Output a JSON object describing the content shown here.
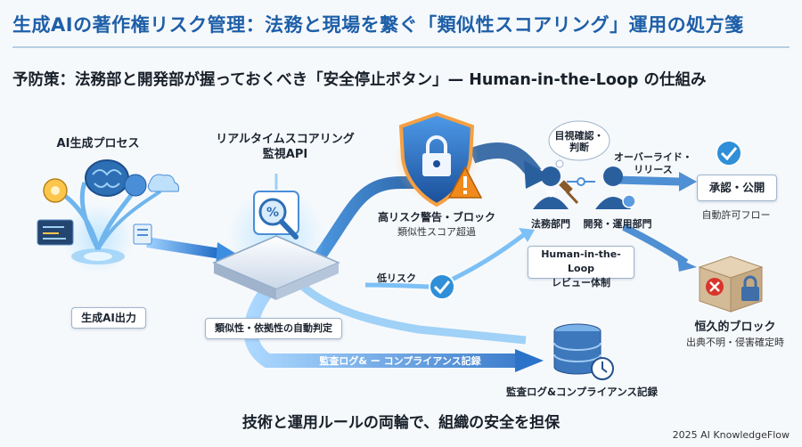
{
  "title": "生成AIの著作権リスク管理：法務と現場を繋ぐ「類似性スコアリング」運用の処方箋",
  "subtitle": "予防策：法務部と開発部が握っておくべき「安全停止ボタン」— Human-in-the-Loop の仕組み",
  "process": {
    "title": "AI生成プロセス",
    "output_label": "生成AI出力"
  },
  "api": {
    "title_line1": "リアルタイムスコアリング",
    "title_line2": "監視API",
    "judge_label": "類似性・依拠性の自動判定"
  },
  "high_risk": {
    "label": "高リスク警告・ブロック",
    "sub": "類似性スコア超過"
  },
  "low_risk": {
    "label": "低リスク"
  },
  "review": {
    "bubble_line1": "目視確認・",
    "bubble_line2": "判断",
    "legal_label": "法務部門",
    "ops_label": "開発・運用部門",
    "box_line1": "Human-in-the-Loop",
    "box_line2": "レビュー体制"
  },
  "override": {
    "label_line1": "オーバーライド・",
    "label_line2": "リリース"
  },
  "approve": {
    "label": "承認・公開",
    "sub": "自動許可フロー"
  },
  "block": {
    "label": "恒久的ブロック",
    "sub": "出典不明・侵害確定時"
  },
  "audit": {
    "arrow_label": "監査ログ& ー コンプライアンス記録",
    "db_label": "監査ログ&コンプライアンス記録"
  },
  "footer": "技術と運用ルールの両輪で、組織の安全を担保",
  "credit": "2025 AI KnowledgeFlow",
  "colors": {
    "title": "#1e5fa8",
    "flow": "#2f7fd6",
    "warning": "#f08a1c",
    "check": "#2f8fd8",
    "block": "#d9342b"
  }
}
